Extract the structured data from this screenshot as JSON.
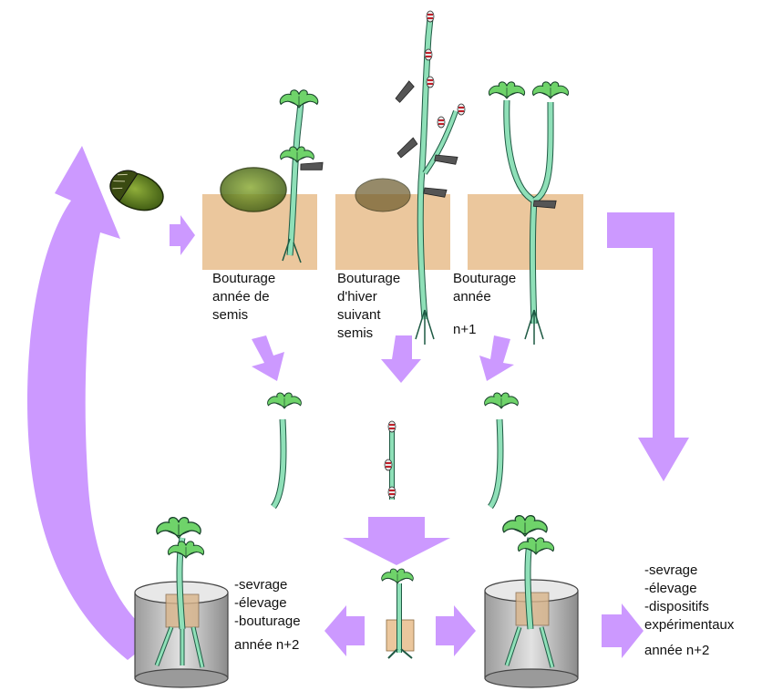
{
  "colors": {
    "arrow": "#cc99ff",
    "soil": "#ebc79d",
    "stem": "#8fe0b8",
    "stem_outline": "#1f5a44",
    "leaf": "#6fd36a",
    "leaf_outline": "#17402a",
    "acorn": "#6f8a2a",
    "bud": "#c0202a",
    "scion_plate": "#555555",
    "pot": "#cfcfcf"
  },
  "labels": {
    "year_sowing": [
      "Bouturage",
      "année de",
      "semis"
    ],
    "winter_after": [
      "Bouturage",
      "d'hiver",
      "suivant",
      "semis"
    ],
    "year_n1": [
      "Bouturage",
      "année",
      "",
      "n+1"
    ],
    "pot_left": [
      "-sevrage",
      "-élevage",
      "-bouturage",
      "",
      "année n+2"
    ],
    "right_side": [
      "-sevrage",
      "-élevage",
      "-dispositifs",
      "expérimentaux",
      "",
      "année n+2"
    ]
  },
  "icons": [
    "acorn-icon",
    "seedling-icon",
    "soil-block-icon",
    "pot-icon",
    "arrow-icon",
    "cycle-arrow-icon"
  ]
}
